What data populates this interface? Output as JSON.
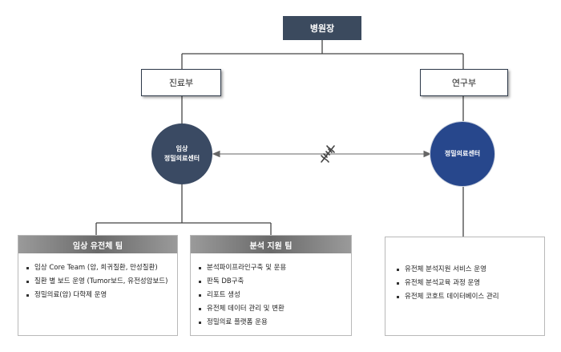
{
  "top": {
    "label": "병원장"
  },
  "departments": {
    "left": {
      "label": "진료부"
    },
    "right": {
      "label": "연구부"
    }
  },
  "centers": {
    "clinical": {
      "line1": "임상",
      "line2": "정밀의료센터"
    },
    "research": {
      "label": "정밀의료센터"
    }
  },
  "icons": {
    "link": "dna-icon"
  },
  "teams": [
    {
      "title": "임상 유전체 팀",
      "items": [
        "임상 Core Team (암, 희귀질환, 만성질환)",
        "질환 별 보드 운영 (Tumor보드, 유전성암보드)",
        "정밀의료(암) 다학제 운영"
      ]
    },
    {
      "title": "분석 지원 팀",
      "items": [
        "분석파이프라인구축 및 운용",
        "판독 DB구축",
        "리포트 생성",
        "유전체 데이터 관리 및 변환",
        "정밀의료 플랫폼 운용"
      ]
    },
    {
      "title": "",
      "items": [
        "유전체 분석지원 서비스 운영",
        "유전체 분석교육 과정 운영",
        "유전체 코호트 데이터베이스 관리"
      ]
    }
  ],
  "colors": {
    "director": "#3b4a5e",
    "clinical_center": "#3a4a63",
    "research_center": "#27478c",
    "team_header": "#7a7a7a"
  }
}
